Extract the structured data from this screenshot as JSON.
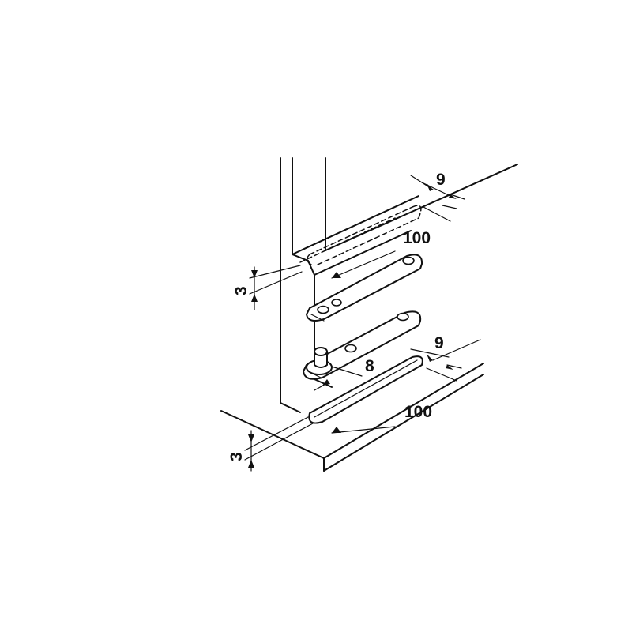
{
  "dimensions": {
    "top_width": "9",
    "top_length": "100",
    "top_depth": "3",
    "pin_offset": "8",
    "bottom_width": "9",
    "bottom_length": "100",
    "bottom_depth": "3"
  },
  "colors": {
    "line": "#111111",
    "background": "#ffffff"
  }
}
